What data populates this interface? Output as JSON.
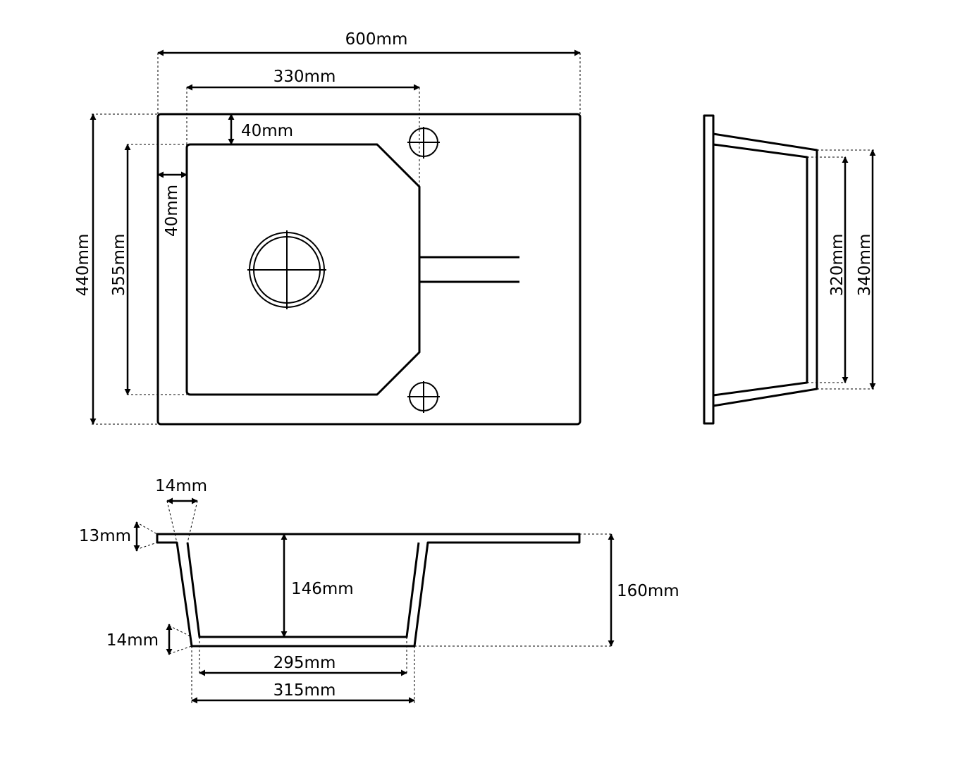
{
  "colors": {
    "line": "#000000",
    "background": "#ffffff"
  },
  "top_view": {
    "width_label": "600mm",
    "basin_width_label": "330mm",
    "basin_top_margin_label": "40mm",
    "basin_side_margin_label": "40mm",
    "height_label": "440mm",
    "basin_height_label": "355mm"
  },
  "side_view": {
    "inner_label": "320mm",
    "outer_label": "340mm"
  },
  "section_view": {
    "wall_label": "14mm",
    "rim_label": "13mm",
    "floor_label": "14mm",
    "inner_depth_label": "146mm",
    "total_depth_label": "160mm",
    "bottom_inner_label": "295mm",
    "bottom_outer_label": "315mm"
  }
}
